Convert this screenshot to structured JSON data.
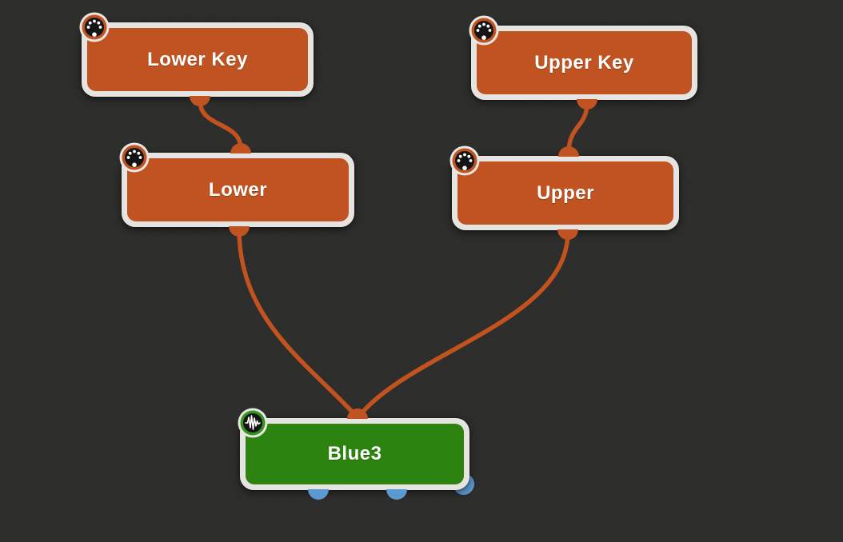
{
  "canvas": {
    "kind": "node-routing-graph",
    "background_color": "#2a2a29"
  },
  "colors": {
    "node_orange": "#c05321",
    "node_green": "#2d830f",
    "node_border": "#e5e4e0",
    "connection_orange": "#c2531e",
    "audio_port_blue": "#5b99d0",
    "label_text": "#ffffff",
    "badge_black": "#151515",
    "badge_green_ring": "#35941f"
  },
  "nodes": [
    {
      "id": "lower-key",
      "label": "Lower Key",
      "kind": "midi-device",
      "badge_icon": "midi-din-icon",
      "fill": "#c05321",
      "ports": {
        "inputs": [],
        "outputs": [
          "midi-out-bottom"
        ]
      }
    },
    {
      "id": "upper-key",
      "label": "Upper Key",
      "kind": "midi-device",
      "badge_icon": "midi-din-icon",
      "fill": "#c05321",
      "ports": {
        "inputs": [],
        "outputs": [
          "midi-out-bottom"
        ]
      }
    },
    {
      "id": "lower",
      "label": "Lower",
      "kind": "midi-zone",
      "badge_icon": "midi-din-icon",
      "fill": "#c05321",
      "ports": {
        "inputs": [
          "midi-in-top"
        ],
        "outputs": [
          "midi-out-bottom"
        ]
      }
    },
    {
      "id": "upper",
      "label": "Upper",
      "kind": "midi-zone",
      "badge_icon": "midi-din-icon",
      "fill": "#c05321",
      "ports": {
        "inputs": [
          "midi-in-top"
        ],
        "outputs": [
          "midi-out-bottom"
        ]
      }
    },
    {
      "id": "blue3",
      "label": "Blue3",
      "kind": "audio-instrument",
      "badge_icon": "audio-wave-icon",
      "fill": "#2d830f",
      "ports": {
        "inputs": [
          "midi-in-top"
        ],
        "outputs": [
          "audio-out-left",
          "audio-out-right",
          "audio-out-corner"
        ]
      }
    }
  ],
  "connections": [
    {
      "from": "Lower Key",
      "to": "Lower",
      "type": "midi"
    },
    {
      "from": "Upper Key",
      "to": "Upper",
      "type": "midi"
    },
    {
      "from": "Lower",
      "to": "Blue3",
      "type": "midi"
    },
    {
      "from": "Upper",
      "to": "Blue3",
      "type": "midi"
    }
  ]
}
